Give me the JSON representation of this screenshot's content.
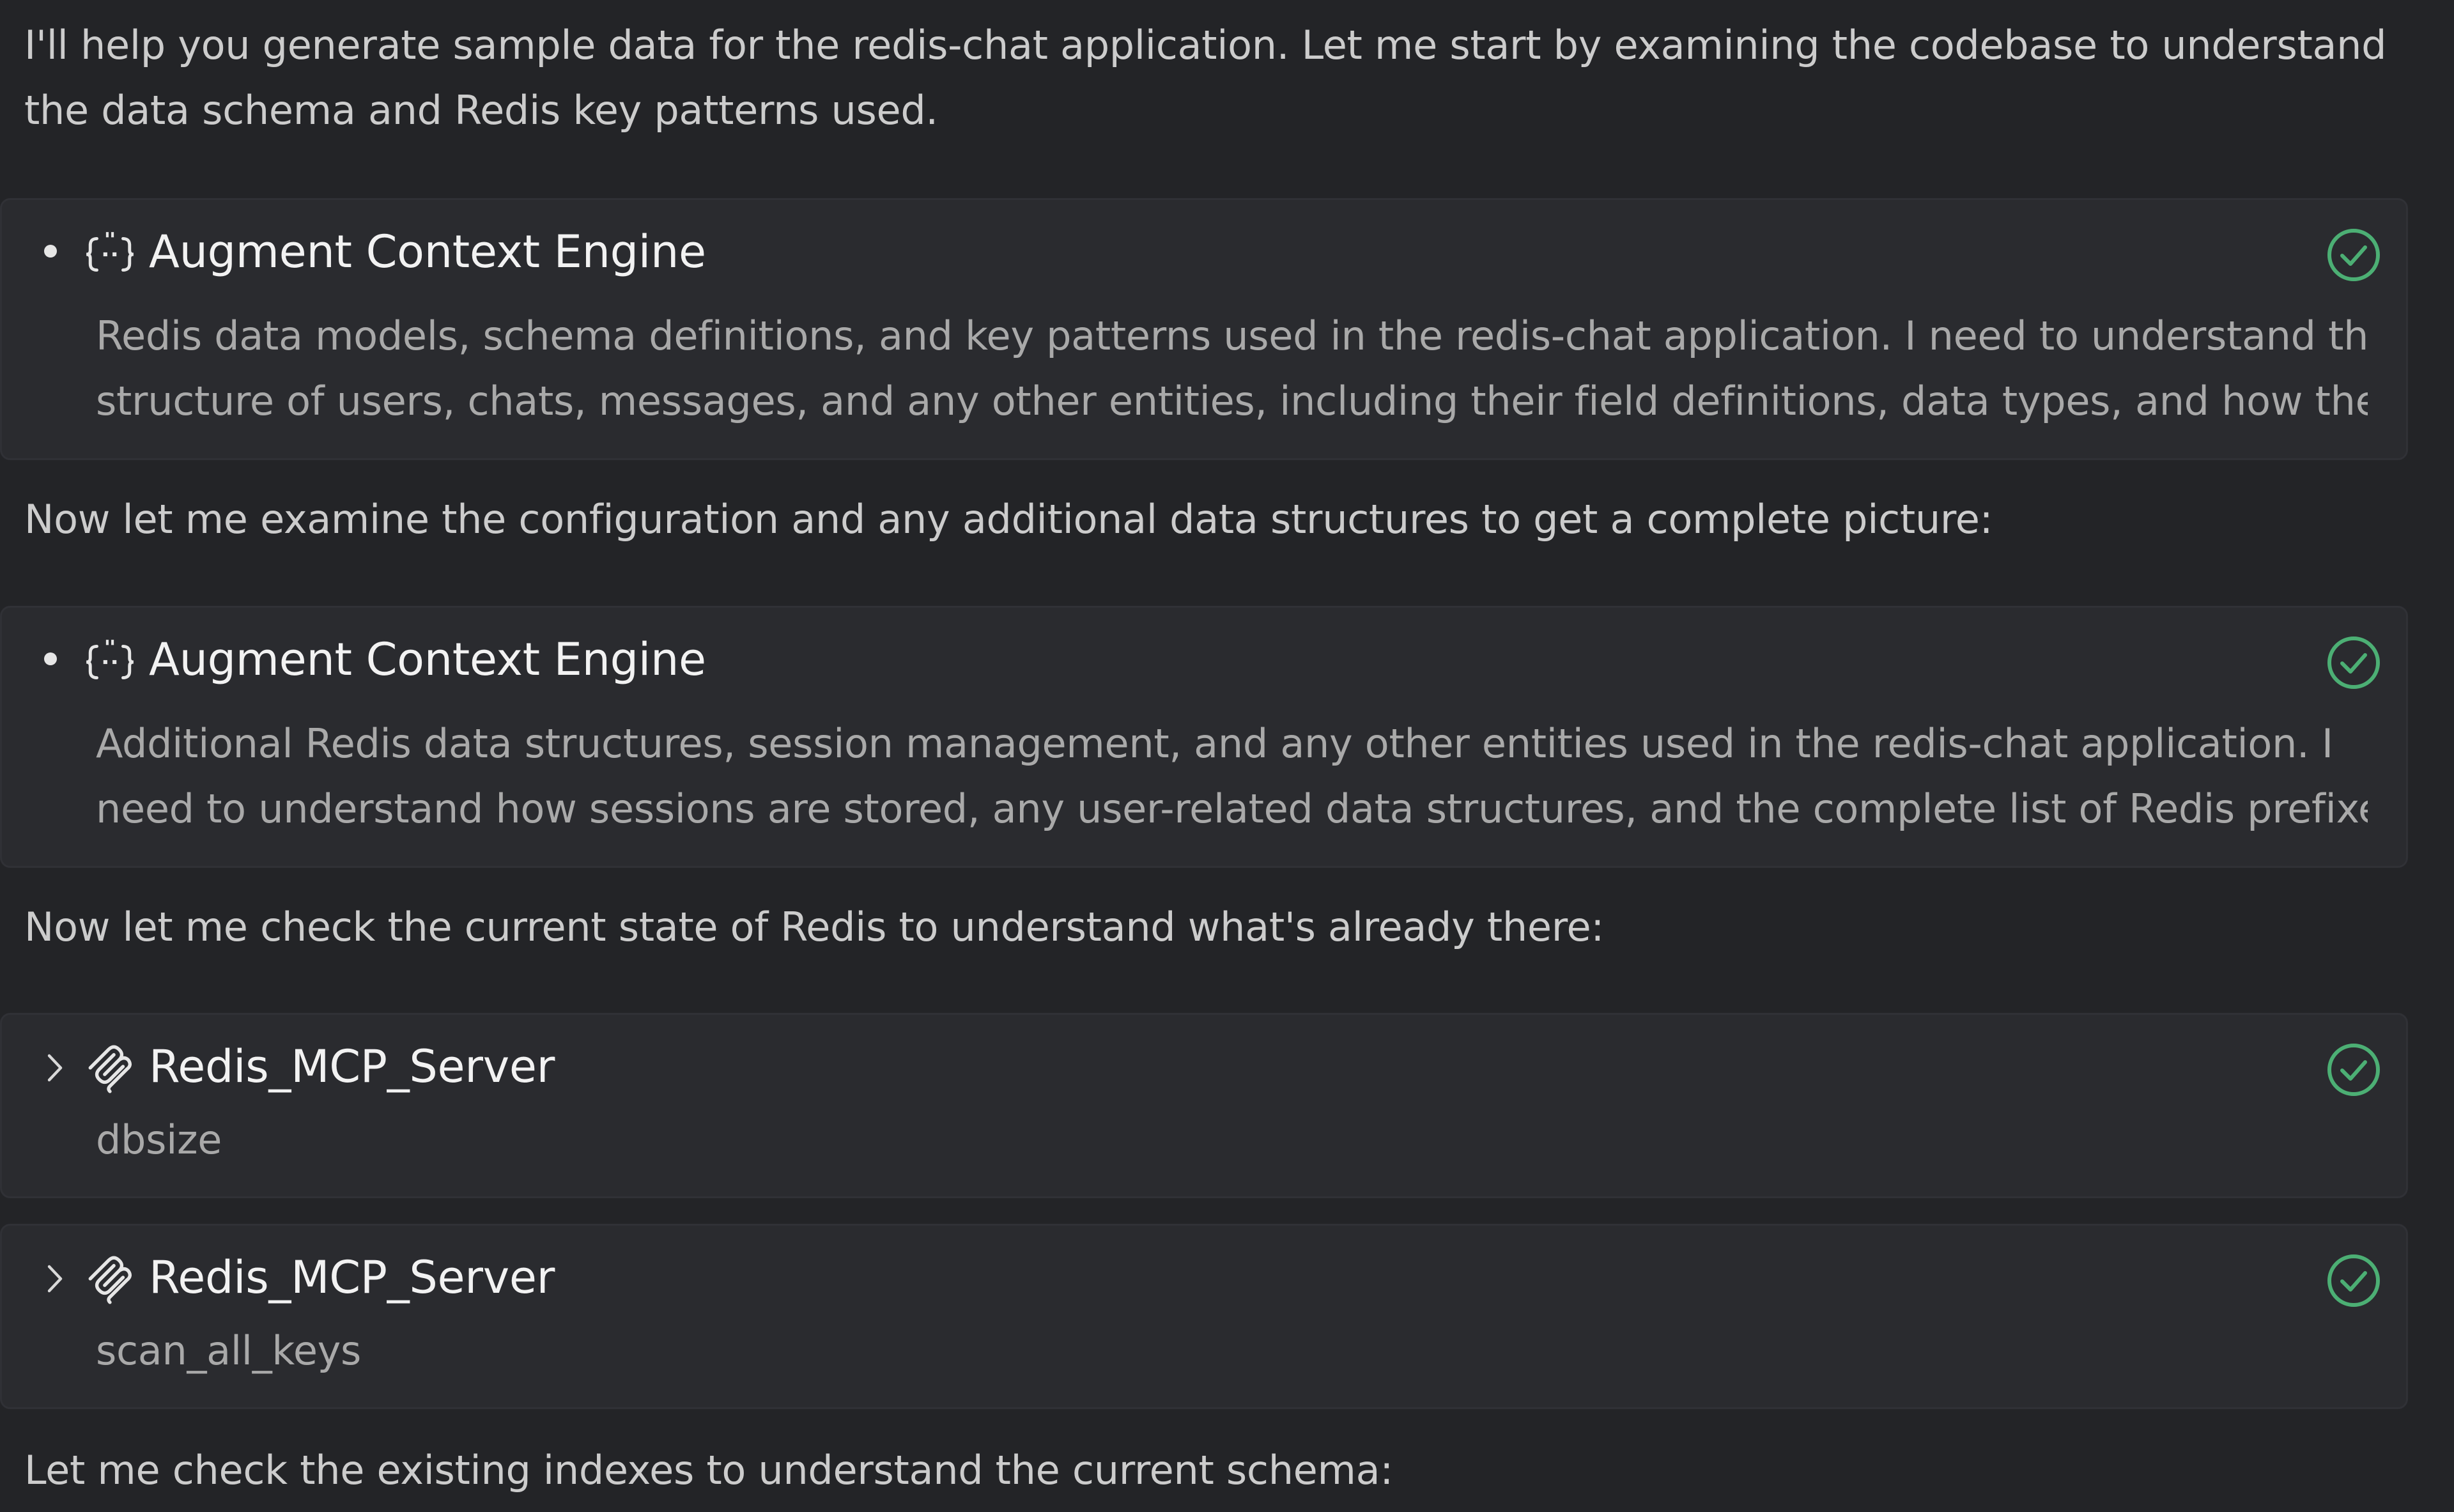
{
  "messages": {
    "intro": "I'll help you generate sample data for the redis-chat application. Let me start by examining the codebase to understand the data schema and Redis key patterns used.",
    "examine_config": "Now let me examine the configuration and any additional data structures to get a complete picture:",
    "check_state": "Now let me check the current state of Redis to understand what's already there:",
    "check_indexes": "Let me check the existing indexes to understand the current schema:"
  },
  "tool_calls": [
    {
      "title": "Augment Context Engine",
      "icon": "context-engine-icon",
      "status": "success",
      "lines": [
        "Redis data models, schema definitions, and key patterns used in the redis-chat application. I need to understand the",
        "structure of users, chats, messages, and any other entities, including their field definitions, data types, and how they"
      ]
    },
    {
      "title": "Augment Context Engine",
      "icon": "context-engine-icon",
      "status": "success",
      "lines": [
        "Additional Redis data structures, session management, and any other entities used in the redis-chat application. I",
        "need to understand how sessions are stored, any user-related data structures, and the complete list of Redis prefixes"
      ]
    },
    {
      "title": "Redis_MCP_Server",
      "icon": "mcp-server-icon",
      "status": "success",
      "lines": [
        "dbsize"
      ]
    },
    {
      "title": "Redis_MCP_Server",
      "icon": "mcp-server-icon",
      "status": "success",
      "lines": [
        "scan_all_keys"
      ]
    }
  ],
  "colors": {
    "background": "#232427",
    "card": "#2a2b2f",
    "success": "#4caf74",
    "title_text": "#f2f2f2",
    "body_text": "#a9a9a9"
  }
}
